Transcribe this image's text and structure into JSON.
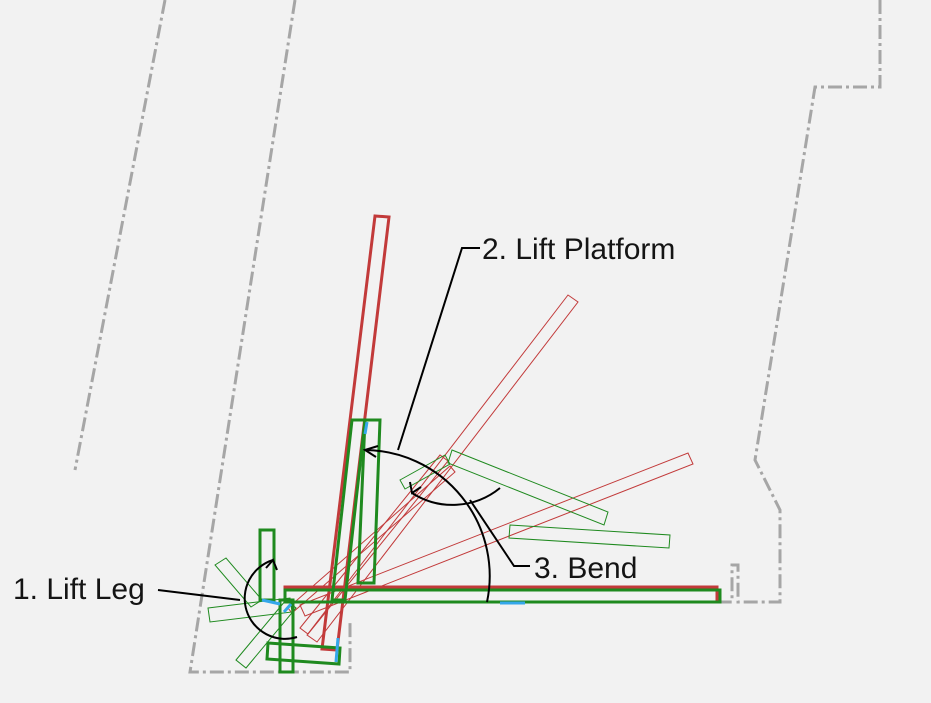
{
  "annotations": {
    "lift_platform": "2. Lift Platform",
    "lift_leg": "1. Lift Leg",
    "bend": "3. Bend"
  },
  "colors": {
    "background": "#f2f2f2",
    "boundary": "#a6a6a6",
    "platform_red": "#c23a3a",
    "leg_green": "#1f8a1f",
    "joint_blue": "#34a7ea",
    "annotation_black": "#141414"
  }
}
